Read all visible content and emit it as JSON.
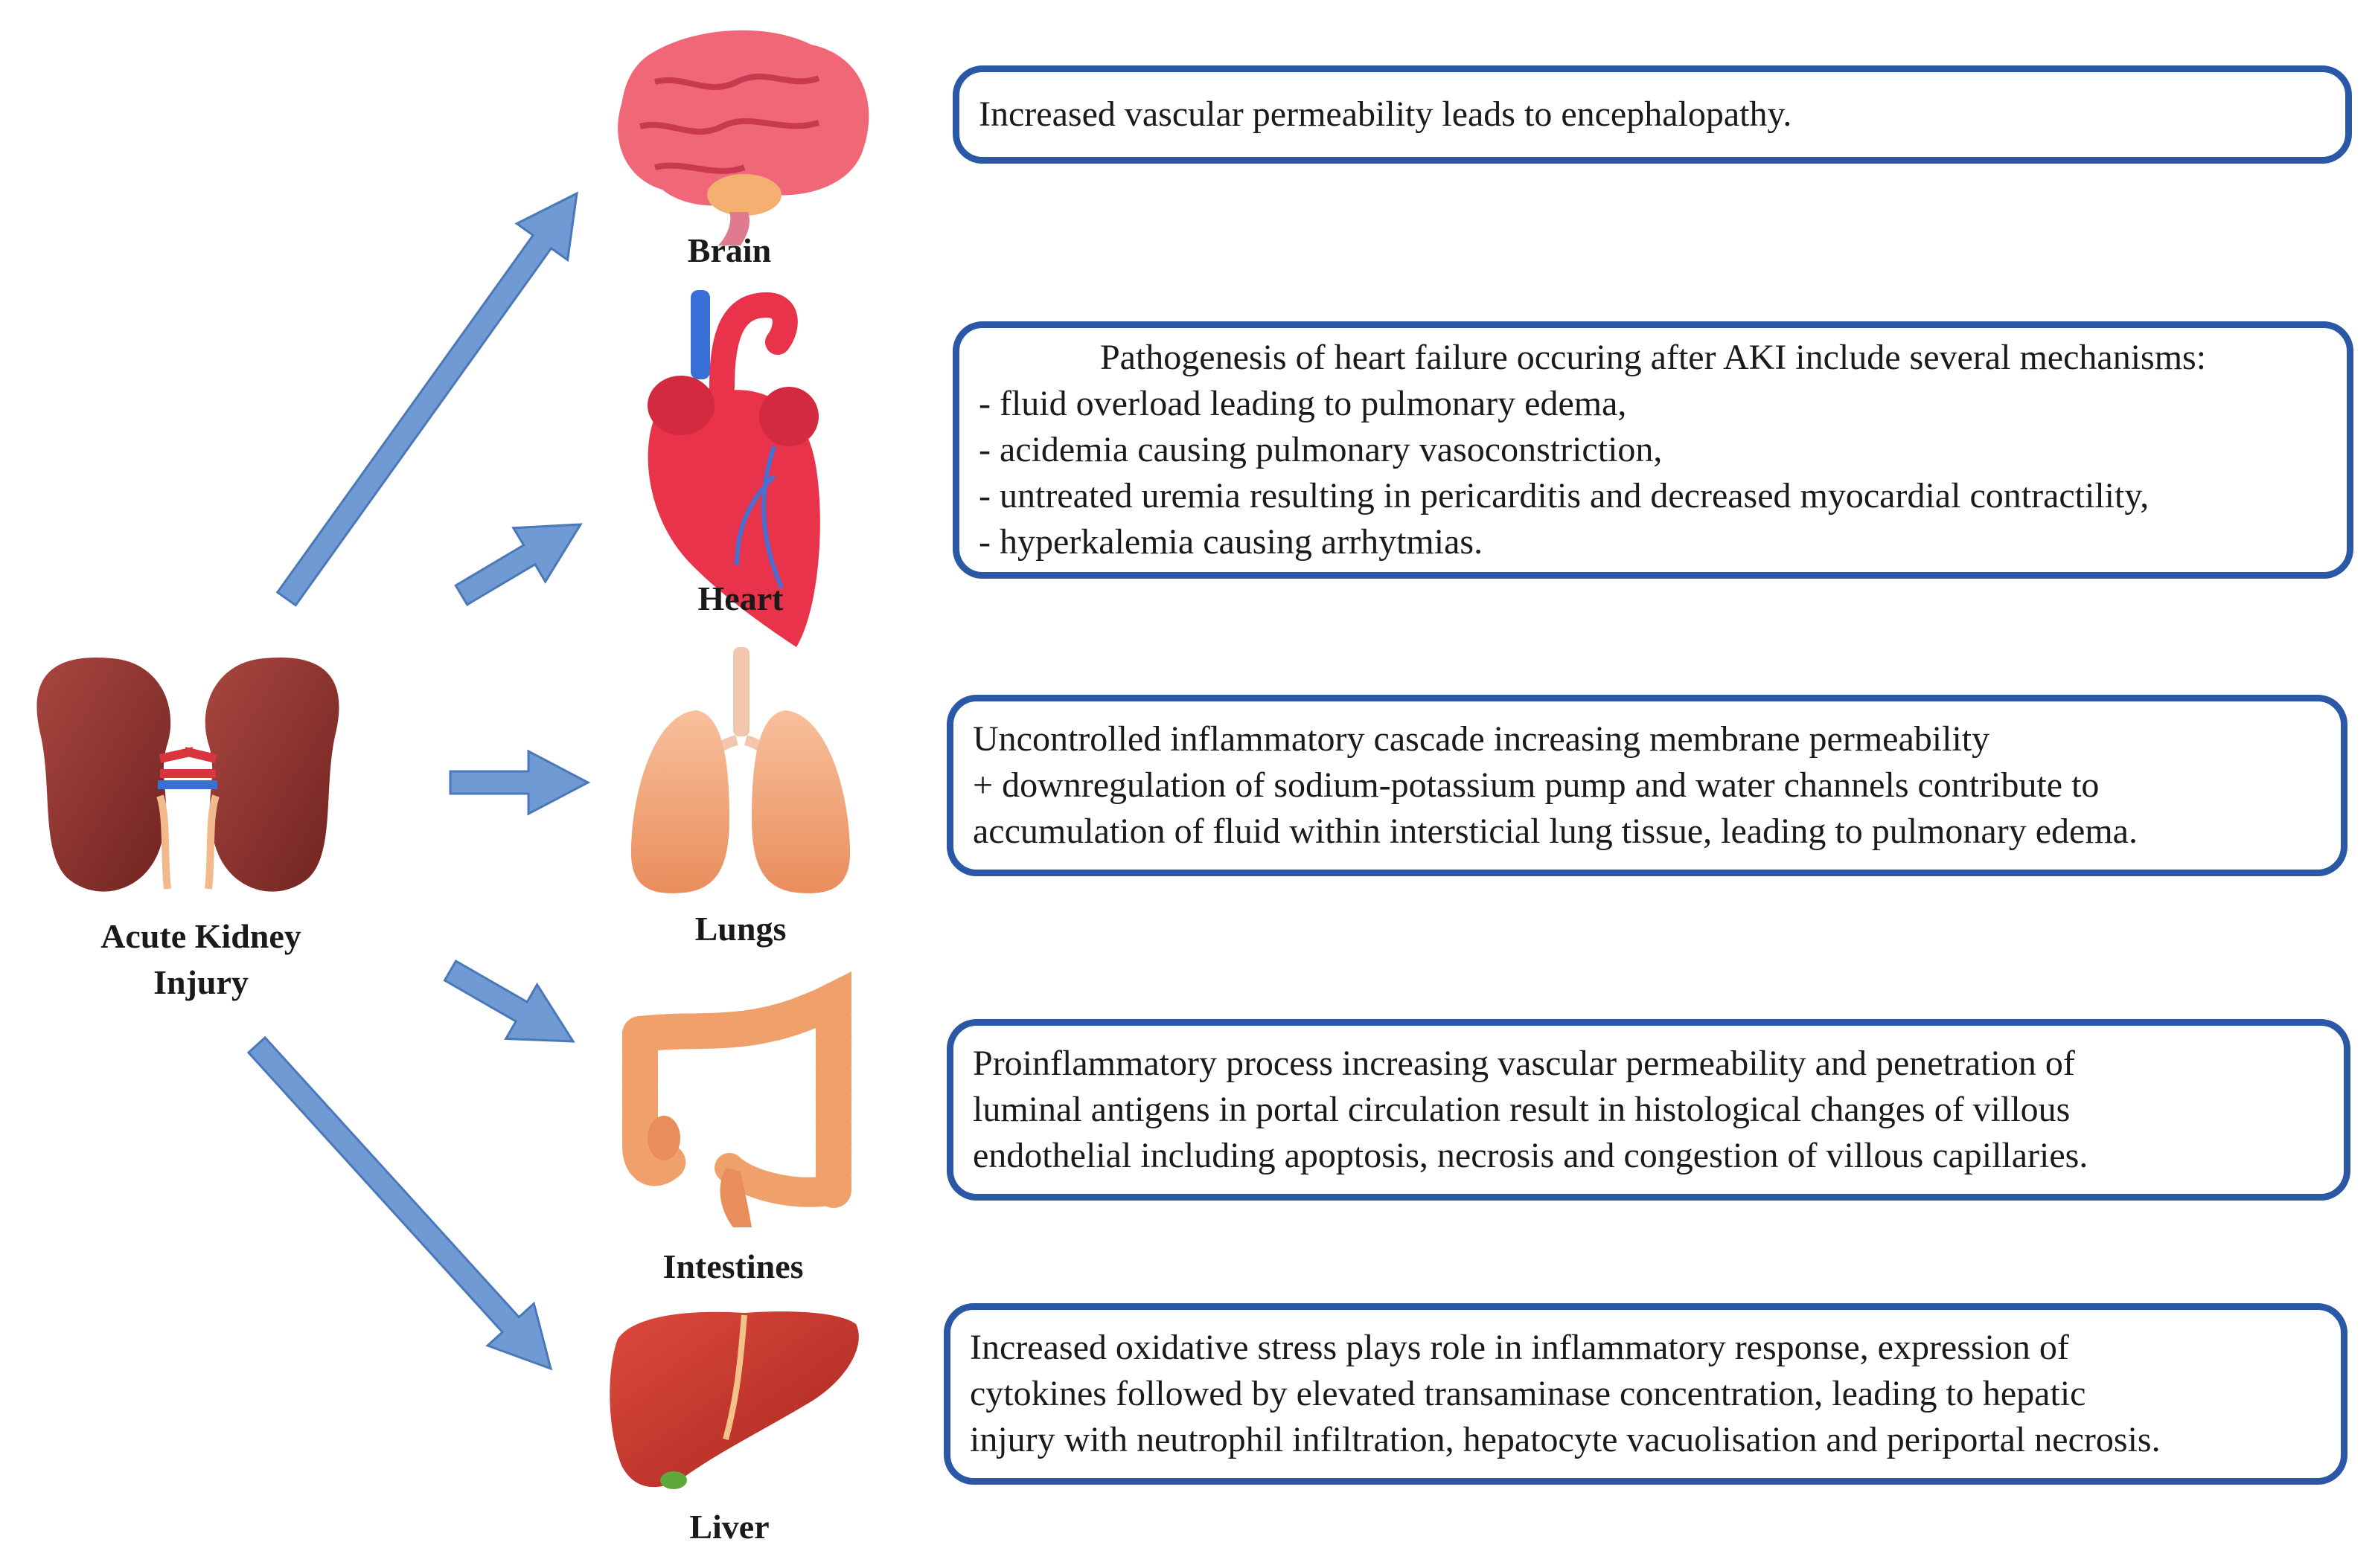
{
  "source": {
    "label_line1": "Acute Kidney",
    "label_line2": "Injury",
    "icon": "kidneys-icon"
  },
  "organs": [
    {
      "key": "brain",
      "label": "Brain",
      "icon": "brain-icon",
      "description": [
        "Increased vascular permeability leads to encephalopathy."
      ]
    },
    {
      "key": "heart",
      "label": "Heart",
      "icon": "heart-icon",
      "description": [
        "Pathogenesis of heart failure occuring after AKI include several mechanisms:",
        "- fluid overload leading to pulmonary edema,",
        "- acidemia causing pulmonary vasoconstriction,",
        "- untreated uremia resulting in pericarditis and decreased myocardial contractility,",
        "- hyperkalemia causing arrhytmias."
      ]
    },
    {
      "key": "lungs",
      "label": "Lungs",
      "icon": "lungs-icon",
      "description": [
        "Uncontrolled inflammatory cascade increasing membrane permeability",
        "+ downregulation of sodium-potassium pump and water channels contribute to",
        "accumulation of fluid within intersticial lung tissue, leading to pulmonary edema."
      ]
    },
    {
      "key": "intestines",
      "label": "Intestines",
      "icon": "intestines-icon",
      "description": [
        "Proinflammatory process increasing vascular permeability and penetration of",
        "luminal antigens in portal circulation result in histological changes of villous",
        "endothelial including apoptosis, necrosis and congestion of villous capillaries."
      ]
    },
    {
      "key": "liver",
      "label": "Liver",
      "icon": "liver-icon",
      "description": [
        "Increased oxidative stress plays role in inflammatory response, expression of",
        "cytokines followed by elevated transaminase concentration, leading to hepatic",
        "injury with neutrophil infiltration, hepatocyte vacuolisation and periportal necrosis."
      ]
    }
  ],
  "colors": {
    "arrow": "#6f9ad3",
    "arrow_stroke": "#4a78b8",
    "box_border": "#2b58a6",
    "kidney": "#8e2f2b",
    "brain": "#f06878",
    "heart": "#e8334a",
    "lungs": "#f5a77a",
    "intestines": "#f0a06a",
    "liver": "#c7352c"
  }
}
